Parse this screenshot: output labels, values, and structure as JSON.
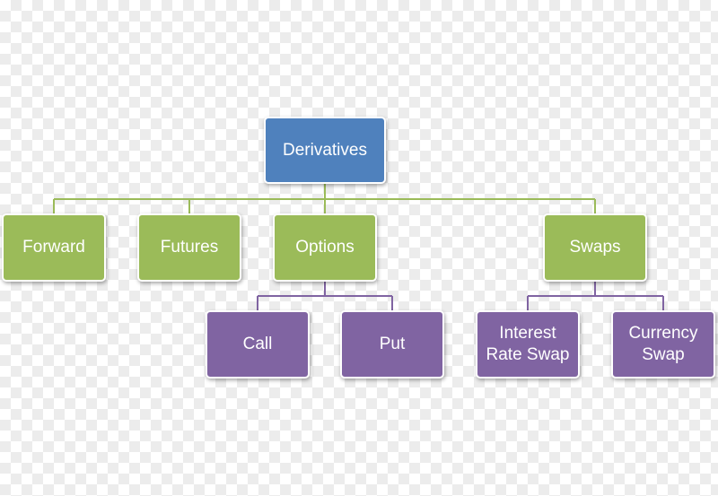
{
  "colors": {
    "root": "#4f81bd",
    "level1": "#9bbb59",
    "level2": "#8064a2",
    "connector_green": "#9bbb59",
    "connector_purple": "#8064a2"
  },
  "diagram": {
    "root": {
      "label": "Derivatives"
    },
    "level1": [
      {
        "label": "Forward"
      },
      {
        "label": "Futures"
      },
      {
        "label": "Options"
      },
      {
        "label": "Swaps"
      }
    ],
    "options_children": [
      {
        "label": "Call"
      },
      {
        "label": "Put"
      }
    ],
    "swaps_children": [
      {
        "label": "Interest\nRate Swap"
      },
      {
        "label": "Currency\nSwap"
      }
    ]
  }
}
